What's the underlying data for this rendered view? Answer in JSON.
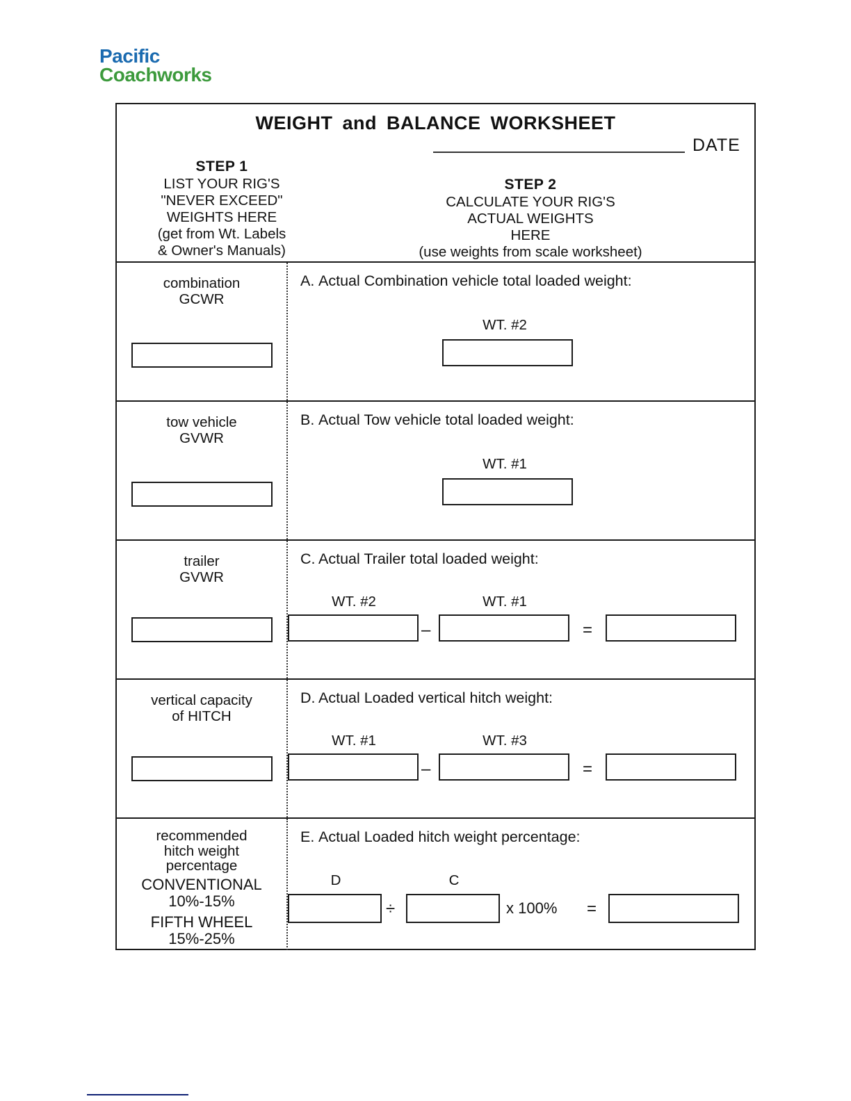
{
  "logo": {
    "line1": "Pacific",
    "line2": "Coachworks",
    "color_line1": "#1B6BB0",
    "color_line2": "#3C9A3C"
  },
  "form": {
    "title": "WEIGHT and BALANCE WORKSHEET",
    "date_label": "DATE",
    "date_value": "",
    "step1": {
      "heading": "STEP 1",
      "lines": [
        "LIST YOUR RIG'S",
        "\"NEVER EXCEED\"",
        "WEIGHTS HERE",
        "(get from Wt. Labels",
        "& Owner's Manuals)"
      ]
    },
    "step2": {
      "heading": "STEP 2",
      "lines": [
        "CALCULATE YOUR RIG'S",
        "ACTUAL WEIGHTS",
        "HERE",
        "(use weights from scale worksheet)"
      ]
    },
    "rows": [
      {
        "id": "A",
        "left_label_line1": "combination",
        "left_label_line2": "GCWR",
        "left_value": "",
        "letter": "A.",
        "question": "Actual Combination vehicle total loaded weight:",
        "operand1_label": "WT. #2",
        "operand1_value": ""
      },
      {
        "id": "B",
        "left_label_line1": "tow vehicle",
        "left_label_line2": "GVWR",
        "left_value": "",
        "letter": "B.",
        "question": "Actual Tow vehicle total loaded weight:",
        "operand1_label": "WT. #1",
        "operand1_value": ""
      },
      {
        "id": "C",
        "left_label_line1": "trailer",
        "left_label_line2": "GVWR",
        "left_value": "",
        "letter": "C.",
        "question": "Actual Trailer total loaded weight:",
        "operand1_label": "WT. #2",
        "operand1_value": "",
        "operator1": "–",
        "operand2_label": "WT. #1",
        "operand2_value": "",
        "operator2": "=",
        "result_value": ""
      },
      {
        "id": "D",
        "left_label_line1": "vertical capacity",
        "left_label_line2": "of HITCH",
        "left_value": "",
        "letter": "D.",
        "question": "Actual Loaded vertical hitch weight:",
        "operand1_label": "WT. #1",
        "operand1_value": "",
        "operator1": "–",
        "operand2_label": "WT. #3",
        "operand2_value": "",
        "operator2": "=",
        "result_value": ""
      },
      {
        "id": "E",
        "left_label_line1": "recommended",
        "left_label_line2": "hitch weight",
        "left_label_line3": "percentage",
        "left_note1_title": "CONVENTIONAL",
        "left_note1_value": "10%-15%",
        "left_note2_title": "FIFTH WHEEL",
        "left_note2_value": "15%-25%",
        "letter": "E.",
        "question": "Actual Loaded hitch weight percentage:",
        "operand1_label": "D",
        "operand1_value": "",
        "operator1": "÷",
        "operand2_label": "C",
        "operand2_value": "",
        "operator2": "x 100%",
        "operator3": "=",
        "result_value": ""
      }
    ]
  }
}
